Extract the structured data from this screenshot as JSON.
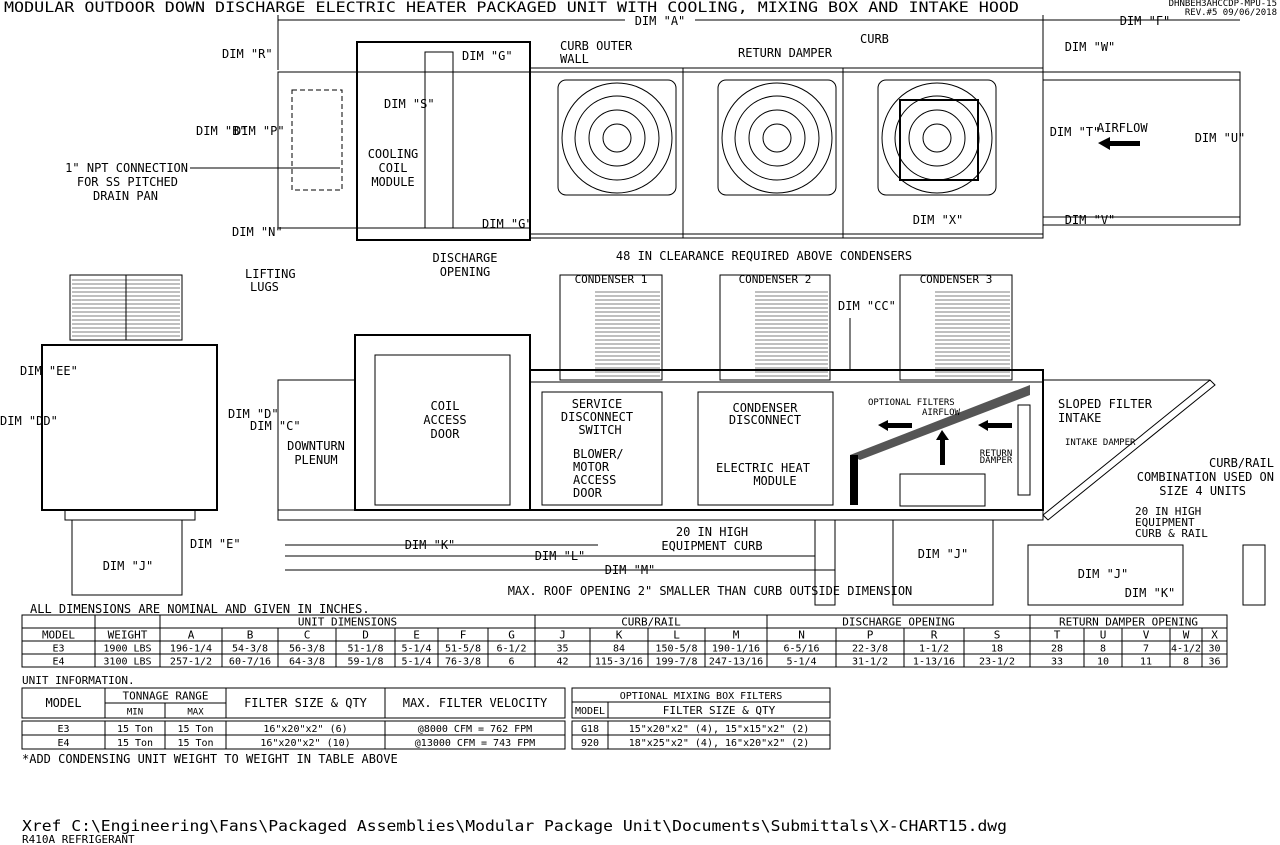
{
  "title": "MODULAR OUTDOOR DOWN DISCHARGE ELECTRIC HEATER PACKAGED UNIT WITH COOLING, MIXING BOX AND INTAKE HOOD",
  "drawing_code": "DHNBEH3AHCCDP-MPU-15",
  "revision": "REV.#5   09/06/2018",
  "plan_labels": {
    "dim_a": "DIM \"A\"",
    "dim_f": "DIM \"F\"",
    "dim_w": "DIM \"W\"",
    "dim_r": "DIM \"R\"",
    "dim_g_top": "DIM \"G\"",
    "dim_g_bot": "DIM \"G\"",
    "dim_s": "DIM \"S\"",
    "dim_b": "DIM \"B\"",
    "dim_p": "DIM \"P\"",
    "dim_n": "DIM \"N\"",
    "dim_t": "DIM \"T\"",
    "dim_u": "DIM \"U\"",
    "dim_x": "DIM \"X\"",
    "dim_v": "DIM \"V\"",
    "curb_outer_wall": [
      "CURB OUTER",
      "WALL"
    ],
    "curb_return_damper": [
      "CURB",
      "RETURN DAMPER"
    ],
    "npt_connection": [
      "1\" NPT CONNECTION",
      "FOR SS PITCHED",
      "DRAIN PAN"
    ],
    "cooling_coil": [
      "COOLING",
      "COIL",
      "MODULE"
    ],
    "discharge_opening": [
      "DISCHARGE",
      "OPENING"
    ],
    "airflow": "AIRFLOW",
    "clearance": "48 IN CLEARANCE REQUIRED ABOVE CONDENSERS"
  },
  "elevation_labels": {
    "lifting_lugs": [
      "LIFTING",
      "LUGS"
    ],
    "dim_ee": "DIM \"EE\"",
    "dim_dd": "DIM \"DD\"",
    "dim_d": "DIM \"D\"",
    "dim_c": "DIM \"C\"",
    "dim_e": "DIM \"E\"",
    "dim_j_front": "DIM \"J\"",
    "dim_cc": "DIM \"CC\"",
    "condensers": [
      "CONDENSER 1",
      "CONDENSER 2",
      "CONDENSER 3"
    ],
    "downturn_plenum": [
      "DOWNTURN",
      "PLENUM"
    ],
    "coil_access_door": [
      "COIL",
      "ACCESS",
      "DOOR"
    ],
    "service_disconnect": [
      "SERVICE",
      "DISCONNECT",
      "SWITCH"
    ],
    "blower_door": [
      "BLOWER/",
      "MOTOR",
      "ACCESS",
      "DOOR"
    ],
    "condenser_disconnect": [
      "CONDENSER",
      "DISCONNECT"
    ],
    "electric_heat": [
      "ELECTRIC HEAT",
      "MODULE"
    ],
    "optional_filters": "OPTIONAL FILTERS",
    "airflow": "AIRFLOW",
    "return_damper": [
      "RETURN",
      "DAMPER"
    ],
    "intake_damper": "INTAKE DAMPER",
    "sloped_filter": [
      "SLOPED FILTER",
      "INTAKE"
    ],
    "curb_rail_combo": [
      "CURB/RAIL",
      "COMBINATION USED ON",
      "SIZE 4 UNITS"
    ],
    "curb_rail_20": [
      "20 IN HIGH",
      "EQUIPMENT",
      "CURB & RAIL"
    ],
    "curb_20": [
      "20 IN HIGH",
      "EQUIPMENT CURB"
    ],
    "dim_k": "DIM \"K\"",
    "dim_l": "DIM \"L\"",
    "dim_m": "DIM \"M\"",
    "dim_j": "DIM \"J\"",
    "dim_j_rail": "DIM \"J\"",
    "dim_k_rail": "DIM \"K\"",
    "roof_opening": "MAX. ROOF OPENING 2\" SMALLER THAN CURB OUTSIDE DIMENSION"
  },
  "dimensions_note": "ALL DIMENSIONS ARE NOMINAL AND GIVEN IN INCHES.",
  "dimensions_table": {
    "groups": [
      "UNIT DIMENSIONS",
      "CURB/RAIL",
      "DISCHARGE OPENING",
      "RETURN DAMPER OPENING"
    ],
    "headers": [
      "MODEL",
      "WEIGHT",
      "A",
      "B",
      "C",
      "D",
      "E",
      "F",
      "G",
      "J",
      "K",
      "L",
      "M",
      "N",
      "P",
      "R",
      "S",
      "T",
      "U",
      "V",
      "W",
      "X"
    ],
    "rows": [
      [
        "E3",
        "1900 LBS",
        "196-1/4",
        "54-3/8",
        "56-3/8",
        "51-1/8",
        "5-1/4",
        "51-5/8",
        "6-1/2",
        "35",
        "84",
        "150-5/8",
        "190-1/16",
        "6-5/16",
        "22-3/8",
        "1-1/2",
        "18",
        "28",
        "8",
        "7",
        "4-1/2",
        "30"
      ],
      [
        "E4",
        "3100 LBS",
        "257-1/2",
        "60-7/16",
        "64-3/8",
        "59-1/8",
        "5-1/4",
        "76-3/8",
        "6",
        "42",
        "115-3/16",
        "199-7/8",
        "247-13/16",
        "5-1/4",
        "31-1/2",
        "1-13/16",
        "23-1/2",
        "33",
        "10",
        "11",
        "8",
        "36"
      ]
    ]
  },
  "unit_info": {
    "label": "UNIT INFORMATION.",
    "headers": {
      "model": "MODEL",
      "tonnage": "TONNAGE RANGE",
      "min": "MIN",
      "max": "MAX",
      "filter": "FILTER SIZE & QTY",
      "velocity": "MAX. FILTER VELOCITY"
    },
    "rows": [
      [
        "E3",
        "15 Ton",
        "15 Ton",
        "16\"x20\"x2\" (6)",
        "@8000 CFM = 762 FPM"
      ],
      [
        "E4",
        "15 Ton",
        "15 Ton",
        "16\"x20\"x2\" (10)",
        "@13000 CFM = 743 FPM"
      ]
    ],
    "footnote": "*ADD CONDENSING UNIT WEIGHT TO WEIGHT IN TABLE ABOVE"
  },
  "mixing_box": {
    "title": "OPTIONAL MIXING BOX FILTERS",
    "headers": [
      "MODEL",
      "FILTER SIZE & QTY"
    ],
    "rows": [
      [
        "G18",
        "15\"x20\"x2\" (4), 15\"x15\"x2\" (2)"
      ],
      [
        "920",
        "18\"x25\"x2\" (4), 16\"x20\"x2\" (2)"
      ]
    ]
  },
  "xref": "Xref C:\\Engineering\\Fans\\Packaged Assemblies\\Modular Package Unit\\Documents\\Submittals\\X-CHART15.dwg",
  "refrigerant": "R410A REFRIGERANT"
}
